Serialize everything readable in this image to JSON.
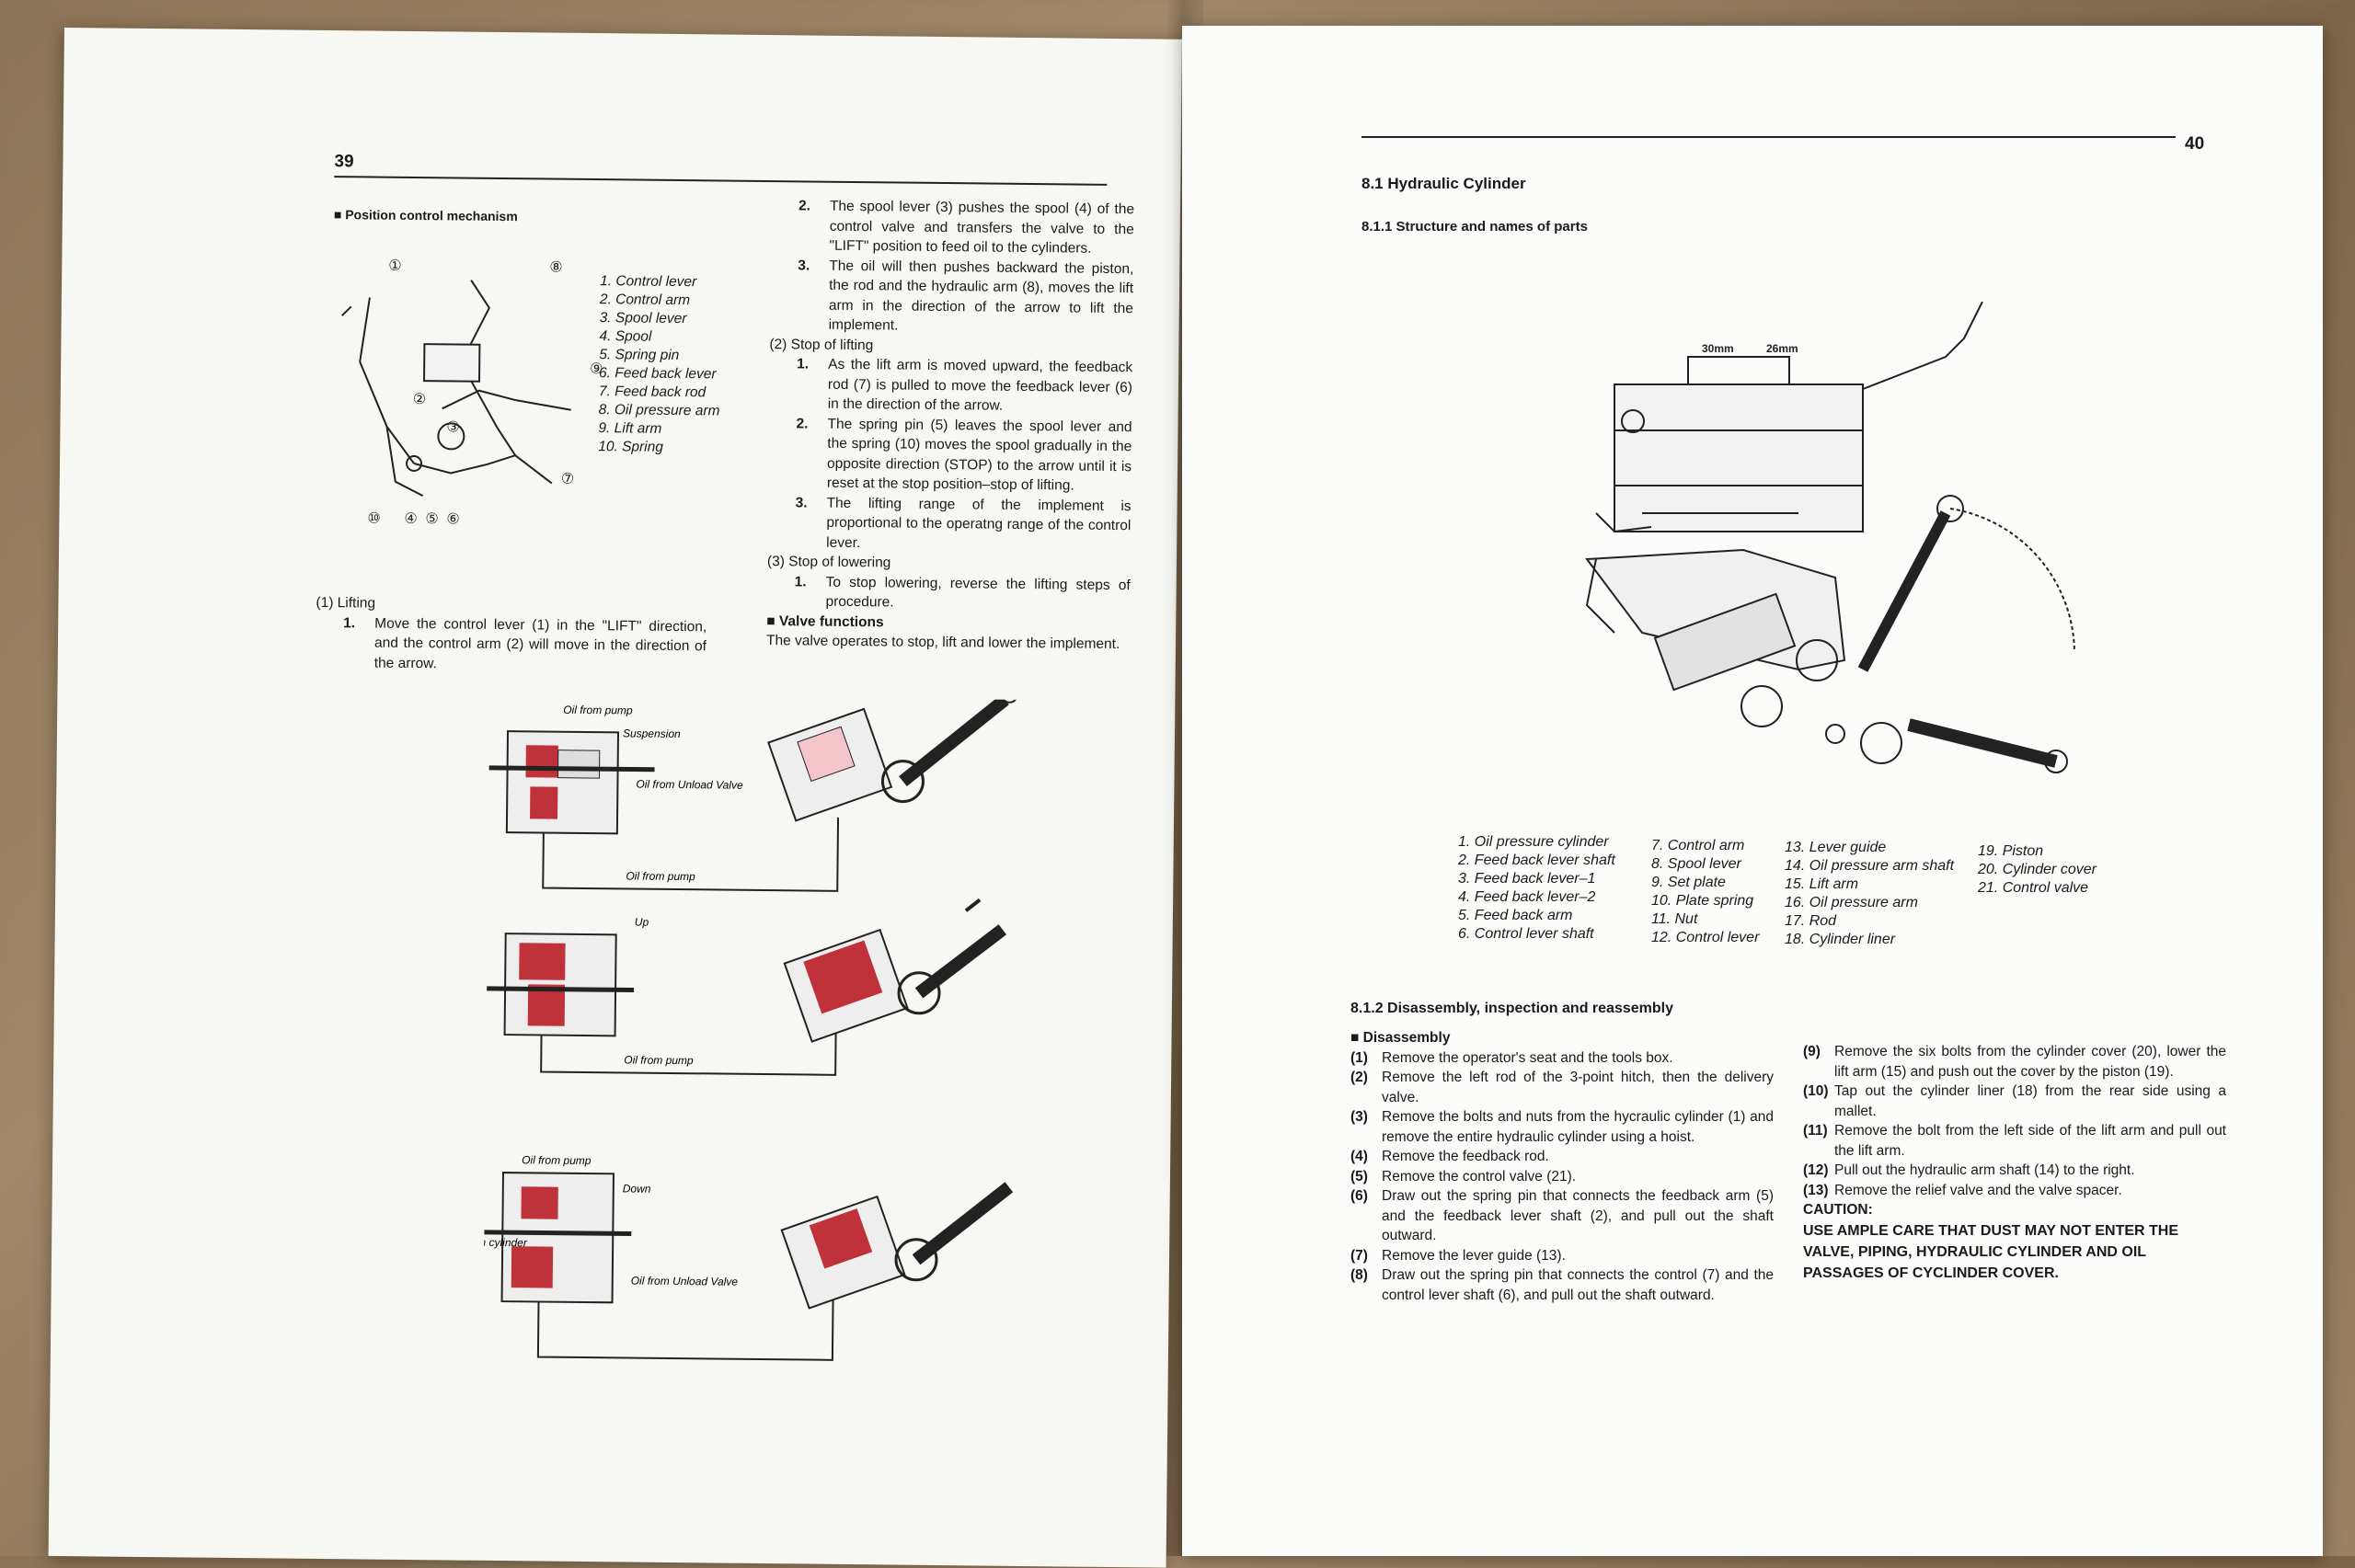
{
  "left_page": {
    "page_number": "39",
    "section_title": "Position control mechanism",
    "parts_legend": [
      "1. Control lever",
      "2. Control arm",
      "3. Spool lever",
      "4. Spool",
      "5. Spring pin",
      "6. Feed back lever",
      "7. Feed back rod",
      "8. Oil pressure arm",
      "9. Lift arm",
      "10. Spring"
    ],
    "callouts": [
      "①",
      "⑧",
      "⑨",
      "②",
      "③",
      "⑦",
      "⑩",
      "④",
      "⑤",
      "⑥"
    ],
    "lifting": {
      "heading": "(1)  Lifting",
      "step1_num": "1.",
      "step1": "Move the control lever (1) in the \"LIFT\" direction, and the control arm (2) will move in the direction of the arrow.",
      "step2_num": "2.",
      "step2": "The spool lever (3) pushes the spool (4) of the control valve and transfers the valve to the \"LIFT\" position to feed oil to the cylinders.",
      "step3_num": "3.",
      "step3": "The oil will then pushes backward the piston, the rod and the hydraulic arm (8), moves the lift arm in the direction of the arrow to lift the implement."
    },
    "stop_lifting": {
      "heading": "(2)  Stop of lifting",
      "step1_num": "1.",
      "step1": "As the lift arm is moved upward, the feedback rod (7) is pulled to move the feedback lever (6) in the direction of the arrow.",
      "step2_num": "2.",
      "step2": "The spring pin (5) leaves the spool lever and the spring (10) moves the spool gradually in the opposite direction (STOP) to the arrow until it is reset at the stop position–stop of lifting.",
      "step3_num": "3.",
      "step3": "The lifting range of the implement is proportional to the operatng range of the control lever."
    },
    "stop_lowering": {
      "heading": "(3)  Stop of lowering",
      "step1_num": "1.",
      "step1": "To stop lowering, reverse the lifting steps of procedure."
    },
    "valve_functions": {
      "heading": "Valve functions",
      "text": "The valve operates to stop, lift and lower the implement."
    },
    "diagram_labels": {
      "oil_from_pump": "Oil from pump",
      "suspension": "Suspension",
      "oil_from_unload_valve": "Oil from Unload Valve",
      "up": "Up",
      "down": "Down",
      "oil_from_cylinder": "Oil from cylinder"
    }
  },
  "right_page": {
    "page_number": "40",
    "section_title": "8.1  Hydraulic Cylinder",
    "subsection_title": "8.1.1  Structure and names of parts",
    "dimension_labels": [
      "30mm",
      "26mm"
    ],
    "parts_legend": {
      "col1": [
        "1. Oil pressure cylinder",
        "2. Feed back lever shaft",
        "3. Feed back lever–1",
        "4. Feed back lever–2",
        "5. Feed back arm",
        "6. Control lever shaft"
      ],
      "col2": [
        "7. Control arm",
        "8. Spool lever",
        "9. Set plate",
        "10. Plate spring",
        "11. Nut",
        "12. Control lever"
      ],
      "col3": [
        "13. Lever guide",
        "14. Oil pressure arm shaft",
        "15. Lift arm",
        "16. Oil pressure arm",
        "17. Rod",
        "18. Cylinder liner"
      ],
      "col4": [
        "19. Piston",
        "20. Cylinder cover",
        "21. Control valve"
      ]
    },
    "disassembly_title": "8.1.2  Disassembly, inspection and reassembly",
    "disassembly_heading": "Disassembly",
    "steps": [
      {
        "n": "(1)",
        "t": "Remove the operator's seat and the tools box."
      },
      {
        "n": "(2)",
        "t": "Remove the left rod of the 3-point hitch, then the delivery valve."
      },
      {
        "n": "(3)",
        "t": "Remove the bolts and nuts from the hycraulic cylinder (1) and remove the entire hydraulic cylinder using a hoist."
      },
      {
        "n": "(4)",
        "t": "Remove the feedback rod."
      },
      {
        "n": "(5)",
        "t": "Remove the control valve (21)."
      },
      {
        "n": "(6)",
        "t": "Draw out the spring pin that connects the feedback arm (5) and the feedback lever shaft (2), and pull out the shaft outward."
      },
      {
        "n": "(7)",
        "t": "Remove the lever guide (13)."
      },
      {
        "n": "(8)",
        "t": "Draw out the spring pin that connects the control (7) and the control lever shaft (6), and pull out the shaft outward."
      }
    ],
    "steps_col2": [
      {
        "n": "(9)",
        "t": "Remove the six bolts from the cylinder cover (20), lower the lift arm (15) and push out the cover by the piston (19)."
      },
      {
        "n": "(10)",
        "t": "Tap out the cylinder liner (18) from the rear side using a mallet."
      },
      {
        "n": "(11)",
        "t": "Remove the bolt from the left side of the lift arm and pull out the lift arm."
      },
      {
        "n": "(12)",
        "t": "Pull out the hydraulic arm shaft (14) to the right."
      },
      {
        "n": "(13)",
        "t": "Remove the relief valve and the valve spacer."
      }
    ],
    "caution_label": "CAUTION:",
    "caution_text": "USE AMPLE CARE THAT DUST MAY NOT ENTER THE VALVE, PIPING, HYDRAULIC CYLINDER AND OIL PASSAGES OF CYCLINDER COVER."
  },
  "colors": {
    "paper": "#fafaf8",
    "ink": "#1a1a1a",
    "diagram_red": "#c0323a",
    "table_wood": "#8b7355"
  }
}
